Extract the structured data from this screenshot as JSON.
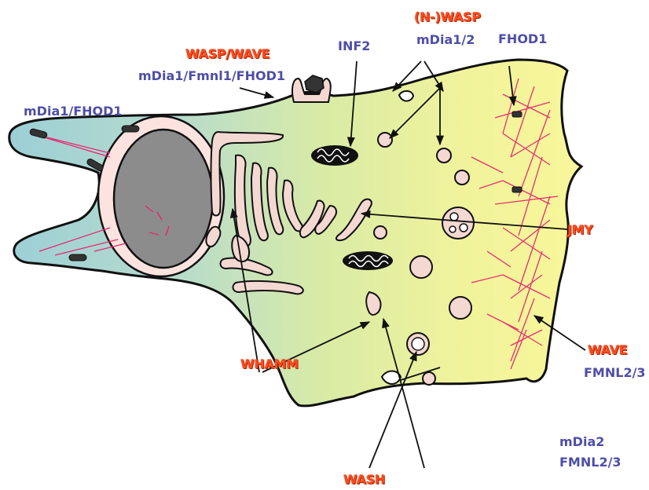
{
  "colors": {
    "npf": "#ff4a1c",
    "formin": "#4e4ea8",
    "actin": "#e8246f",
    "cell_left": "#9ccfd6",
    "cell_right": "#f6f59a",
    "nucleus_fill": "#8c8c8c",
    "nuclear_envelope": "#fde3df",
    "organelle_lumen": "#f4d8d2"
  },
  "labels": {
    "wasp_wave": "WASP/WAVE",
    "mdia1_fmnl1_fhod1": "mDia1/Fmnl1/FHOD1",
    "mdia1_fhod1": "mDia1/FHOD1",
    "inf2": "INF2",
    "n_wasp": "(N-)WASP",
    "mdia1_2": "mDia1/2",
    "fhod1": "FHOD1",
    "jmy": "JMY",
    "wave": "WAVE",
    "fmnl2_3_a": "FMNL2/3",
    "mdia2": "mDia2",
    "fmnl2_3_b": "FMNL2/3",
    "whamm": "WHAMM",
    "wash": "WASH"
  }
}
